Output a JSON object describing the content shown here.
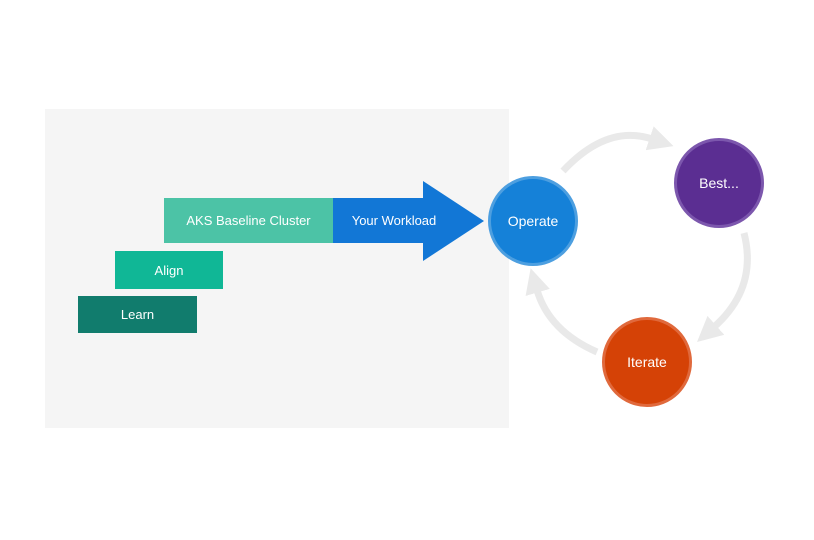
{
  "diagram": {
    "background": "#ffffff",
    "panel_color": "#f5f5f5",
    "text_color": "#ffffff",
    "cycle_arrow_color": "#e9e9e9"
  },
  "maturity_bars": [
    {
      "label": "Learn",
      "color": "#117c6d"
    },
    {
      "label": "Align",
      "color": "#10b796"
    },
    {
      "label": "AKS Baseline Cluster",
      "color": "#4cc3a6"
    }
  ],
  "flow_arrow": {
    "label": "Your Workload",
    "color": "#1277d6"
  },
  "cycle_nodes": [
    {
      "label": "Operate",
      "fill": "#1581d8",
      "ring": "#4d9fe0"
    },
    {
      "label": "Best...",
      "fill": "#5b2e92",
      "ring": "#7c57ad"
    },
    {
      "label": "Iterate",
      "fill": "#d54206",
      "ring": "#e0693c"
    }
  ]
}
